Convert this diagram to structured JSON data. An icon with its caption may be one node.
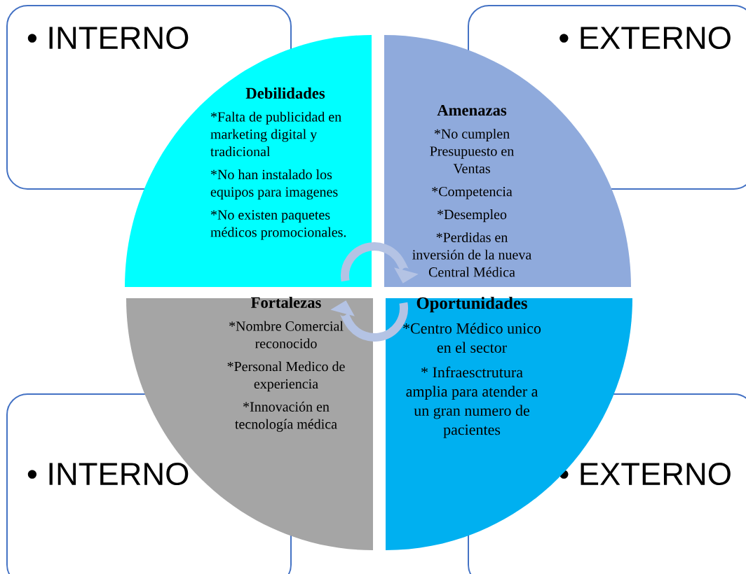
{
  "diagram": {
    "nodes": [
      {
        "text": [
          "• INTERNO"
        ]
      },
      {
        "text": [
          "• EXTERNO"
        ]
      },
      {
        "text": [
          "Debilidades",
          "*Falta de publicidad en marketing digital y tradicional",
          "*No han instalado los equipos para imagenes",
          "*No existen paquetes médicos promocionales."
        ]
      },
      {
        "text": [
          "Amenazas",
          "*No cumplen Presupuesto en Ventas",
          "*Competencia",
          "*Desempleo",
          "*Perdidas en inversión de la nueva Central Médica"
        ]
      },
      {
        "text": [
          "Fortalezas",
          "*Nombre Comercial reconocido",
          "*Personal Medico de experiencia",
          "*Innovación en tecnología médica"
        ]
      },
      {
        "text": [
          "Oportunidades",
          "*Centro Médico unico en el sector",
          "* Infraesctrutura amplia para atender a un gran numero de pacientes"
        ]
      },
      {
        "text": [
          "• INTERNO"
        ]
      },
      {
        "text": [
          "• EXTERNO"
        ]
      }
    ],
    "edges": [
      {
        "from": 2,
        "to": 3,
        "arrow": "to"
      },
      {
        "from": 5,
        "to": 4,
        "arrow": "to"
      }
    ]
  }
}
